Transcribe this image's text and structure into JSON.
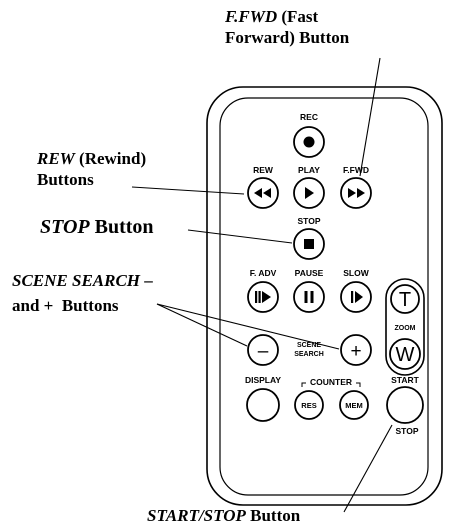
{
  "callouts": {
    "ffwd": {
      "name": "F.FWD",
      "line1_suffix": " (Fast",
      "line2": "Forward) Button"
    },
    "rew": {
      "name": "REW",
      "line1_suffix": " (Rewind)",
      "line2": "Buttons"
    },
    "stop": {
      "name": "STOP",
      "suffix": " Button"
    },
    "scene_search": {
      "name": "SCENE SEARCH",
      "line1_suffix": " –",
      "line2": "and +  Buttons"
    },
    "start_stop": {
      "name": "START/STOP",
      "suffix": " Button"
    }
  },
  "remote": {
    "rec_label": "REC",
    "rew_label": "REW",
    "play_label": "PLAY",
    "ffwd_label": "F.FWD",
    "stop_label": "STOP",
    "fadv_label": "F. ADV",
    "pause_label": "PAUSE",
    "slow_label": "SLOW",
    "zoom_t": "T",
    "zoom_label": "ZOOM",
    "zoom_w": "W",
    "minus_symbol": "–",
    "plus_symbol": "+",
    "scene_label_1": "SCENE",
    "scene_label_2": "SEARCH",
    "display_label": "DISPLAY",
    "counter_label": "COUNTER",
    "res_label": "RES",
    "mem_label": "MEM",
    "start_label": "START",
    "stop2_label": "STOP"
  },
  "colors": {
    "ink": "#000000",
    "background": "#ffffff"
  }
}
